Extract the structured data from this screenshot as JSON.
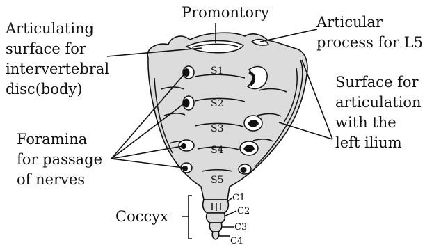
{
  "labels": {
    "promontory": "Promontory",
    "articular_process": [
      "Articular",
      "process for L5"
    ],
    "articulating_surface": [
      "Articulating",
      "surface for",
      "intervertebral",
      "disc(body)"
    ],
    "surface_articulation": [
      "Surface for",
      "articulation",
      "with the",
      "left ilium"
    ],
    "foramina": [
      "Foramina",
      "for passage",
      "of nerves"
    ],
    "coccyx": "Coccyx"
  },
  "segments": {
    "s1": "S1",
    "s2": "S2",
    "s3": "S3",
    "s4": "S4",
    "s5": "S5",
    "c1": "C1",
    "c2": "C2",
    "c3": "C3",
    "c4": "C4"
  }
}
